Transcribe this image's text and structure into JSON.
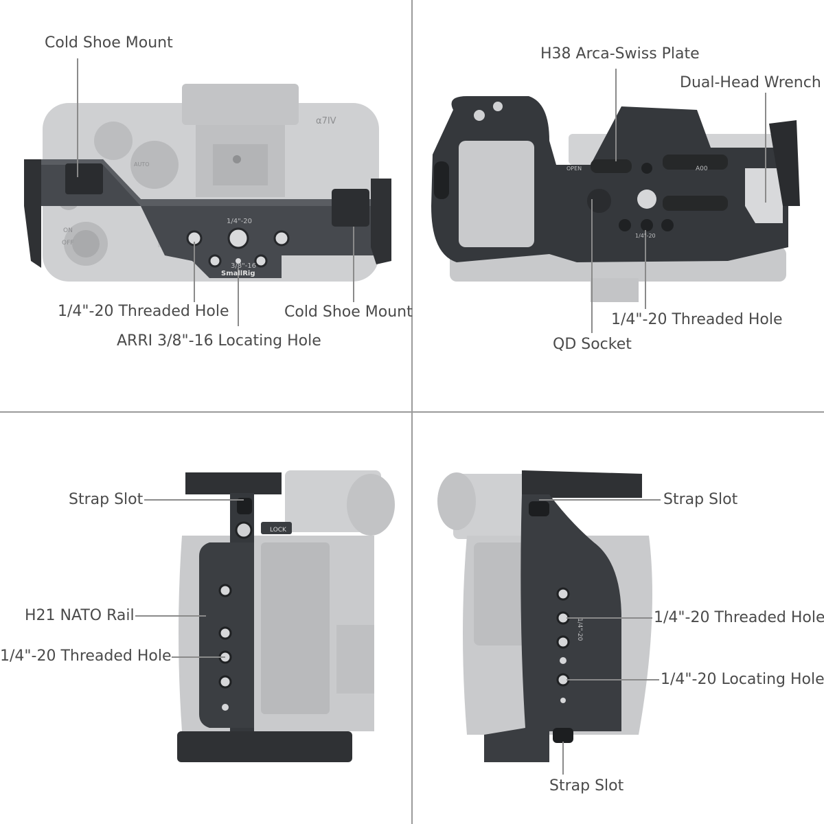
{
  "panels": {
    "top_view": {
      "cold_shoe_mount_top": "Cold Shoe Mount",
      "threaded_hole": "1/4\"-20 Threaded Hole",
      "cold_shoe_mount_right": "Cold Shoe Mount",
      "arri_locating_hole": "ARRI 3/8\"-16 Locating Hole",
      "engraving_quarter": "1/4\"-20",
      "engraving_three_eighths": "3/8\"-16",
      "brand_engraving": "SmallRig",
      "camera_model": "α7IV",
      "dial_off": "OFF",
      "dial_on": "ON",
      "dial_auto": "AUTO"
    },
    "bottom_view": {
      "arca_plate": "H38 Arca-Swiss Plate",
      "wrench": "Dual-Head Wrench",
      "threaded_hole": "1/4\"-20 Threaded Hole",
      "qd_socket": "QD Socket",
      "engraving_open": "OPEN",
      "engraving_a00": "A00",
      "engraving_quarter": "1/4\"-20"
    },
    "left_view": {
      "strap_slot": "Strap Slot",
      "nato_rail": "H21 NATO Rail",
      "threaded_hole": "1/4\"-20 Threaded Hole",
      "lock_tag": "LOCK"
    },
    "right_view": {
      "strap_slot_top": "Strap Slot",
      "threaded_hole": "1/4\"-20 Threaded Hole",
      "locating_hole": "1/4\"-20 Locating Hole",
      "strap_slot_bottom": "Strap Slot",
      "engraving_quarter": "1/4\"-20"
    }
  },
  "colors": {
    "cage_dark": "#2f3134",
    "cage_mid": "#4a4d52",
    "camera_gray": "#c9cacc",
    "camera_light": "#dadadc",
    "leader": "#8a8a8a",
    "divider": "#9a9a9a",
    "label": "#4a4a4a"
  }
}
